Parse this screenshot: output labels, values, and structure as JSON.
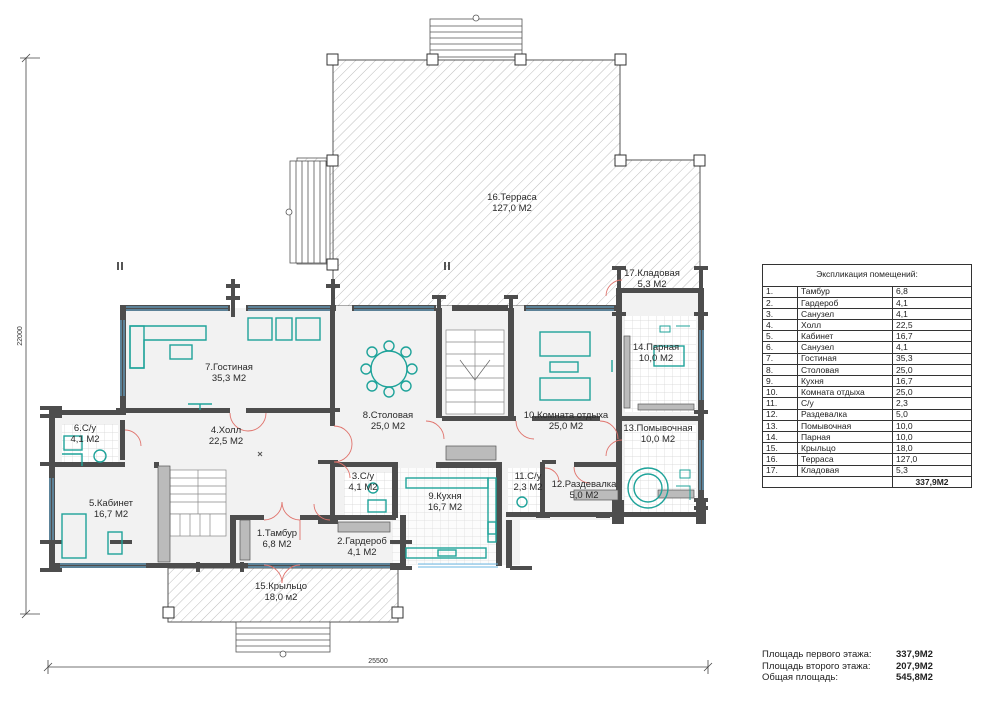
{
  "dimensions": {
    "total_width": "25500",
    "total_height": "22000"
  },
  "rooms": [
    {
      "label": "16.Терраса",
      "area": "127,0 М2"
    },
    {
      "label": "17.Кладовая",
      "area": "5,3 М2"
    },
    {
      "label": "7.Гостиная",
      "area": "35,3 М2"
    },
    {
      "label": "8.Столовая",
      "area": "25,0 М2"
    },
    {
      "label": "10.Комната отдыха",
      "area": "25,0 М2"
    },
    {
      "label": "14.Парная",
      "area": "10,0 М2"
    },
    {
      "label": "6.С/у",
      "area": "4,1 М2"
    },
    {
      "label": "4.Холл",
      "area": "22,5 М2"
    },
    {
      "label": "13.Помывочная",
      "area": "10,0 М2"
    },
    {
      "label": "3.С/у",
      "area": "4,1 М2"
    },
    {
      "label": "11.С/у",
      "area": "2,3 М2"
    },
    {
      "label": "9.Кухня",
      "area": "16,7 М2"
    },
    {
      "label": "12.Раздевалка",
      "area": "5,0 М2"
    },
    {
      "label": "5.Кабинет",
      "area": "16,7 М2"
    },
    {
      "label": "1.Тамбур",
      "area": "6,8 М2"
    },
    {
      "label": "2.Гардероб",
      "area": "4,1 М2"
    },
    {
      "label": "15.Крыльцо",
      "area": "18,0 м2"
    }
  ],
  "legend": {
    "title": "Экспликация помещений:",
    "rows": [
      {
        "num": "1.",
        "name": "Тамбур",
        "area": "6,8"
      },
      {
        "num": "2.",
        "name": "Гардероб",
        "area": "4,1"
      },
      {
        "num": "3.",
        "name": "Санузел",
        "area": "4,1"
      },
      {
        "num": "4.",
        "name": "Холл",
        "area": "22,5"
      },
      {
        "num": "5.",
        "name": "Кабинет",
        "area": "16,7"
      },
      {
        "num": "6.",
        "name": "Санузел",
        "area": "4,1"
      },
      {
        "num": "7.",
        "name": "Гостиная",
        "area": "35,3"
      },
      {
        "num": "8.",
        "name": "Столовая",
        "area": "25,0"
      },
      {
        "num": "9.",
        "name": "Кухня",
        "area": "16,7"
      },
      {
        "num": "10.",
        "name": "Комната отдыха",
        "area": "25,0"
      },
      {
        "num": "11.",
        "name": "С/у",
        "area": "2,3"
      },
      {
        "num": "12.",
        "name": "Раздевалка",
        "area": "5,0"
      },
      {
        "num": "13.",
        "name": "Помывочная",
        "area": "10,0"
      },
      {
        "num": "14.",
        "name": "Парная",
        "area": "10,0"
      },
      {
        "num": "15.",
        "name": "Крыльцо",
        "area": "18,0"
      },
      {
        "num": "16.",
        "name": "Терраса",
        "area": "127,0"
      },
      {
        "num": "17.",
        "name": "Кладовая",
        "area": "5,3"
      }
    ],
    "total": "337,9М2"
  },
  "summary": {
    "first_floor_label": "Площадь первого этажа:",
    "first_floor_value": "337,9М2",
    "second_floor_label": "Площадь второго этажа:",
    "second_floor_value": "207,9М2",
    "total_label": "Общая площадь:",
    "total_value": "545,8М2"
  },
  "colors": {
    "wall": "#4d4d4d",
    "furniture": "#1fa39a",
    "hatch": "#bdbdbd",
    "door_arc": "#e0736c",
    "window": "#6bb7e3"
  }
}
